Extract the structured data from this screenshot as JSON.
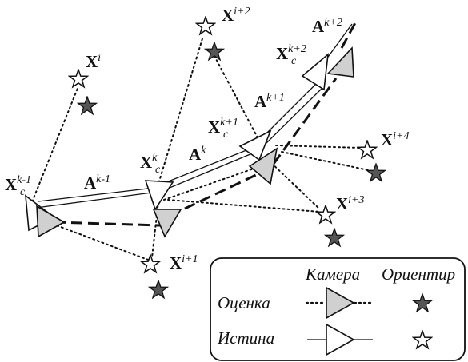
{
  "colors": {
    "estimate_fill": "#d0d0d0",
    "truth_fill": "#ffffff",
    "star_estimate": "#555555",
    "stroke": "#111111"
  },
  "labels": {
    "A_km1": {
      "base": "A",
      "sup": "k-1"
    },
    "A_k": {
      "base": "A",
      "sup": "k"
    },
    "A_kp1": {
      "base": "A",
      "sup": "k+1"
    },
    "A_kp2": {
      "base": "A",
      "sup": "k+2"
    },
    "Xc_km1": {
      "base": "X",
      "sub": "c",
      "sup": "k-1"
    },
    "Xc_k": {
      "base": "X",
      "sub": "c",
      "sup": "k"
    },
    "Xc_kp1": {
      "base": "X",
      "sub": "c",
      "sup": "k+1"
    },
    "Xc_kp2": {
      "base": "X",
      "sub": "c",
      "sup": "k+2"
    },
    "X_i": {
      "base": "X",
      "sup": "i"
    },
    "X_ip1": {
      "base": "X",
      "sup": "i+1"
    },
    "X_ip2": {
      "base": "X",
      "sup": "i+2"
    },
    "X_ip3": {
      "base": "X",
      "sup": "i+3"
    },
    "X_ip4": {
      "base": "X",
      "sup": "i+4"
    }
  },
  "legend": {
    "col_camera": "Камера",
    "col_landmark": "Ориентир",
    "row_estimate": "Оценка",
    "row_truth": "Истина"
  }
}
